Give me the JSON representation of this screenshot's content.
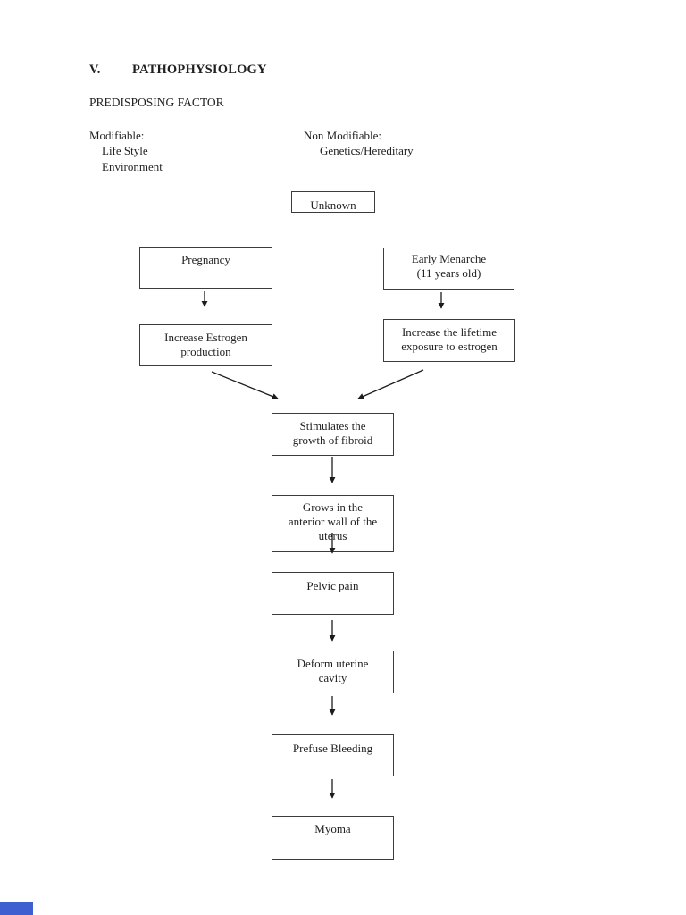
{
  "heading": {
    "numeral": "V.",
    "title": "PATHOPHYSIOLOGY"
  },
  "subheading": "PREDISPOSING FACTOR",
  "factors": {
    "modifiable": {
      "label": "Modifiable:",
      "items": [
        "Life Style",
        "Environment"
      ]
    },
    "non_modifiable": {
      "label": "Non Modifiable:",
      "items": [
        "Genetics/Hereditary"
      ]
    }
  },
  "flowchart": {
    "nodes": {
      "unknown": "Unknown",
      "pregnancy": "Pregnancy",
      "early_menarche": "Early Menarche\n(11 years old)",
      "increase_estrogen": "Increase Estrogen\nproduction",
      "increase_lifetime": "Increase the lifetime\nexposure to estrogen",
      "stimulates": "Stimulates the\ngrowth of fibroid",
      "grows": "Grows in the\nanterior wall of the\nuterus",
      "pelvic_pain": "Pelvic pain",
      "deform": "Deform uterine\ncavity",
      "prefuse": "Prefuse Bleeding",
      "myoma": "Myoma"
    },
    "colors": {
      "box_border": "#3c3c3c",
      "text": "#1f1f1f",
      "arrow": "#1c1c1c"
    }
  },
  "decorations": {
    "bottom_left_bar_color": "#3e5fd0",
    "bottom_left_bar_style": "background:#3e5fd0"
  }
}
